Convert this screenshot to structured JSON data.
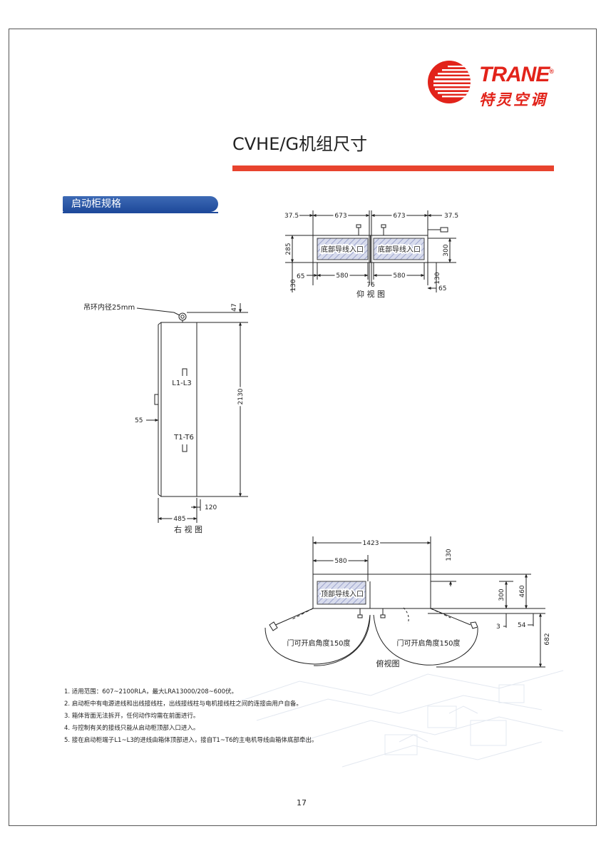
{
  "brand": {
    "name": "TRANE",
    "name_cn": "特灵空调",
    "registered_mark": "®",
    "red": "#e2231a"
  },
  "page_title": "CVHE/G机组尺寸",
  "section": {
    "title": "启动柜规格",
    "color": "#1f4a9b"
  },
  "bottom_view": {
    "caption": "仰 视 图",
    "entry_label": "底部导线入口",
    "dims": {
      "left_edge": "37.5",
      "width_left": "673",
      "width_right": "673",
      "right_edge": "37.5",
      "depth_left": "285",
      "depth_right": "300",
      "edge_left": "65",
      "opening_left": "580",
      "gap": "76",
      "opening_right": "580",
      "bottom_left": "130",
      "bottom_right": "130",
      "edge_right": "65"
    }
  },
  "right_view": {
    "caption": "右 视 图",
    "ring_label": "吊环内径25mm",
    "terminal_top": "L1-L3",
    "terminal_bottom": "T1-T6",
    "dims": {
      "ring": "47",
      "height": "2130",
      "handle": "55",
      "depth": "485",
      "front": "120"
    }
  },
  "top_view": {
    "caption": "俯视图",
    "entry_label": "顶部导线入口",
    "door_label_left": "门可开启角度150度",
    "door_label_right": "门可开启角度150度",
    "dims": {
      "width": "1423",
      "opening": "580",
      "top": "130",
      "depth_a": "300",
      "depth_b": "460",
      "small": "3",
      "offset": "54",
      "door": "682"
    }
  },
  "notes": [
    "1. 适用范围：607~2100RLA，最大LRA13000/208~600伏。",
    "2. 启动柜中有电源进线和出线接线柱，出线接线柱与电机接线柱之间的连接由用户自备。",
    "3. 箱体背面无法拆开，任何动作均需在前面进行。",
    "4. 与控制有关的接线只能从启动柜顶部入口进入。",
    "5. 接在启动柜端子L1~L3的进线由箱体顶部进入，接自T1~T6的主电机导线由箱体底部牵出。"
  ],
  "page_number": "17"
}
